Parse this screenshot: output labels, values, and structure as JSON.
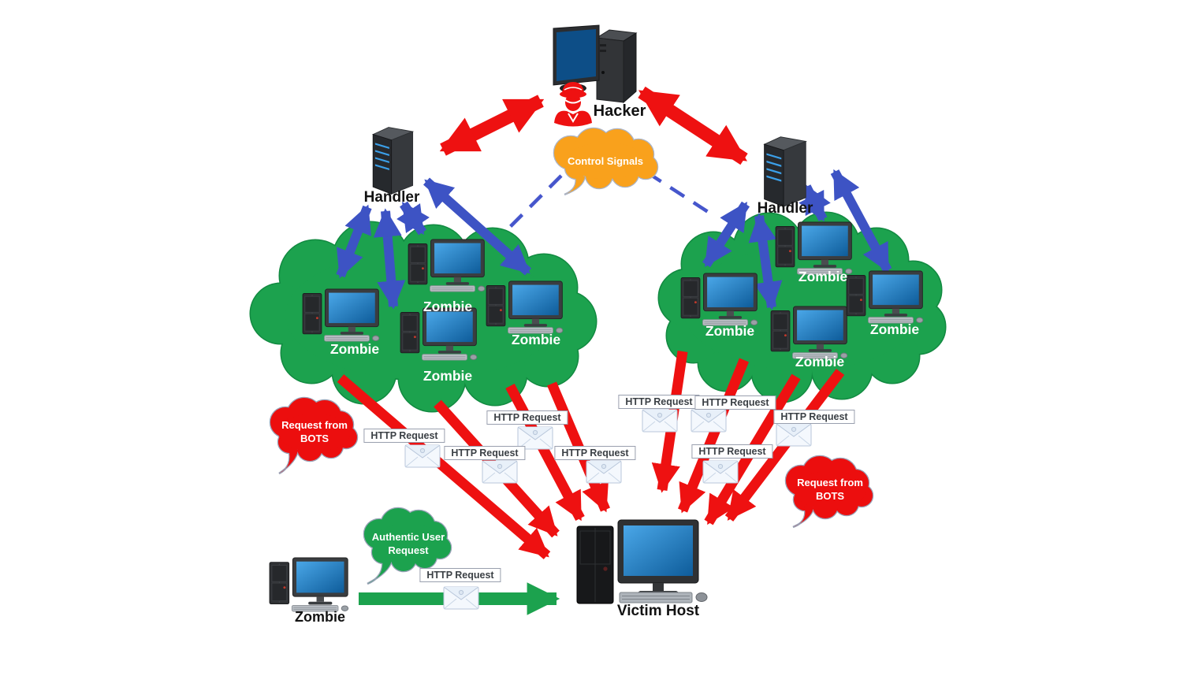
{
  "labels": {
    "hacker": "Hacker",
    "handler_left": "Handler",
    "handler_right": "Handler",
    "victim_host": "Victim Host",
    "authentic_user": "Zombie",
    "left_cloud_zombies": [
      "Zombie",
      "Zombie",
      "Zombie",
      "Zombie"
    ],
    "right_cloud_zombies": [
      "Zombie",
      "Zombie",
      "Zombie",
      "Zombie"
    ],
    "http_request": "HTTP Request"
  },
  "bubbles": {
    "control_signals": "Control Signals",
    "request_from_bots": "Request from BOTS",
    "authentic_user_request": "Authentic User Request"
  },
  "colors": {
    "red": "#ee1111",
    "blue": "#3d53c4",
    "green": "#1ca24e",
    "green-dark": "#128a41",
    "orange": "#f9a11c",
    "outline": "#aab4c8",
    "bubble-red": "#ec0e0e",
    "screen": "#1565a8"
  }
}
